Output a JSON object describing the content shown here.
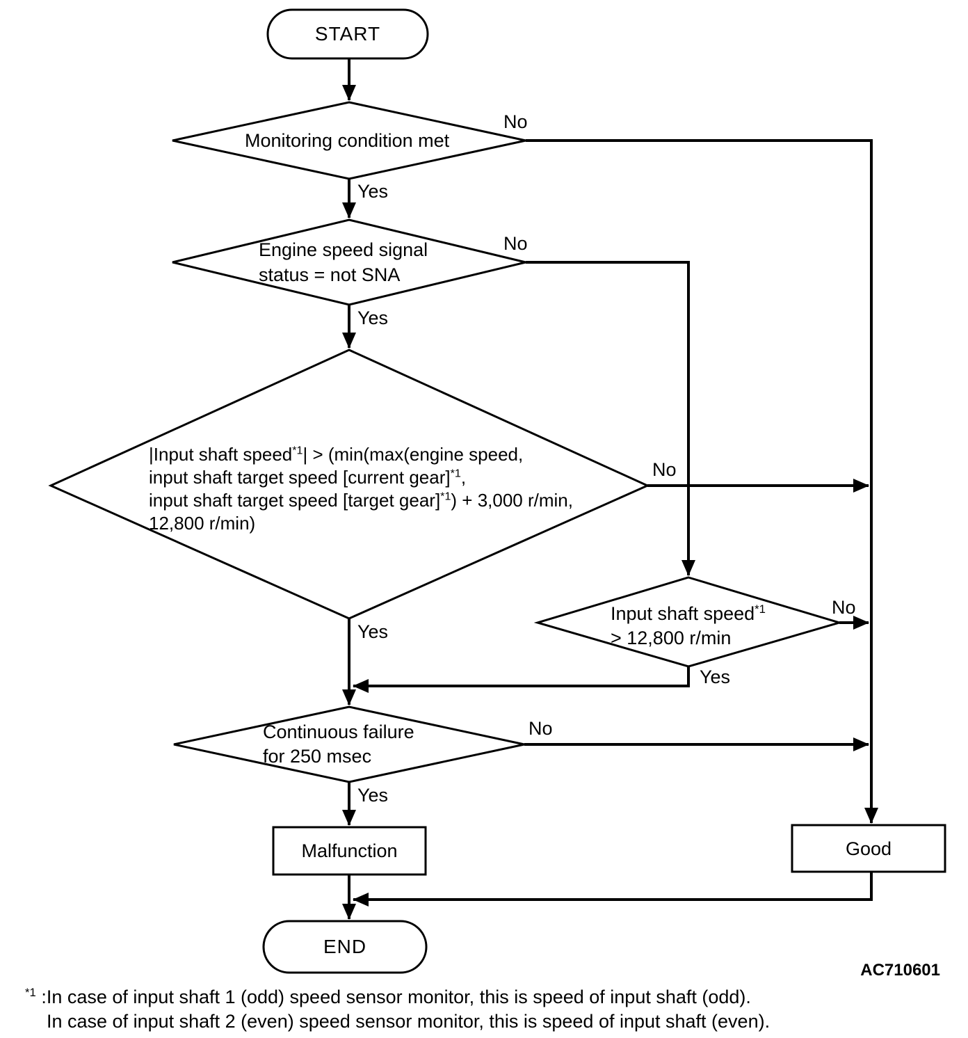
{
  "diagram": {
    "code": "AC710601",
    "background_color": "#ffffff",
    "line_color": "#000000",
    "nodes": {
      "start": {
        "type": "terminator",
        "label": "START"
      },
      "monitoring": {
        "type": "decision",
        "label": "Monitoring condition met"
      },
      "engine_speed": {
        "type": "decision",
        "lines": [
          "Engine speed signal",
          "status = not SNA"
        ]
      },
      "input_shaft_compare": {
        "type": "decision",
        "lines": [
          "|Input shaft speed*1| > (min(max(engine speed,",
          "input shaft target speed [current gear]*1,",
          "input shaft target speed [target gear]*1) + 3,000 r/min,",
          "12,800 r/min)"
        ]
      },
      "input_shaft_limit": {
        "type": "decision",
        "lines": [
          "Input shaft speed*1",
          "> 12,800 r/min"
        ]
      },
      "continuous_failure": {
        "type": "decision",
        "lines": [
          "Continuous failure",
          "for 250 msec"
        ]
      },
      "malfunction": {
        "type": "process",
        "label": "Malfunction"
      },
      "good": {
        "type": "process",
        "label": "Good"
      },
      "end": {
        "type": "terminator",
        "label": "END"
      }
    },
    "edge_labels": {
      "monitoring_no": "No",
      "monitoring_yes": "Yes",
      "engine_no": "No",
      "engine_yes": "Yes",
      "compare_no": "No",
      "compare_yes": "Yes",
      "limit_no": "No",
      "limit_yes": "Yes",
      "failure_no": "No",
      "failure_yes": "Yes"
    },
    "footnote": {
      "line1": "*1 :In case of input shaft 1 (odd) speed sensor monitor, this is speed of input shaft (odd).",
      "line2": "In case of input shaft 2 (even) speed sensor monitor, this is speed of input shaft (even)."
    }
  }
}
